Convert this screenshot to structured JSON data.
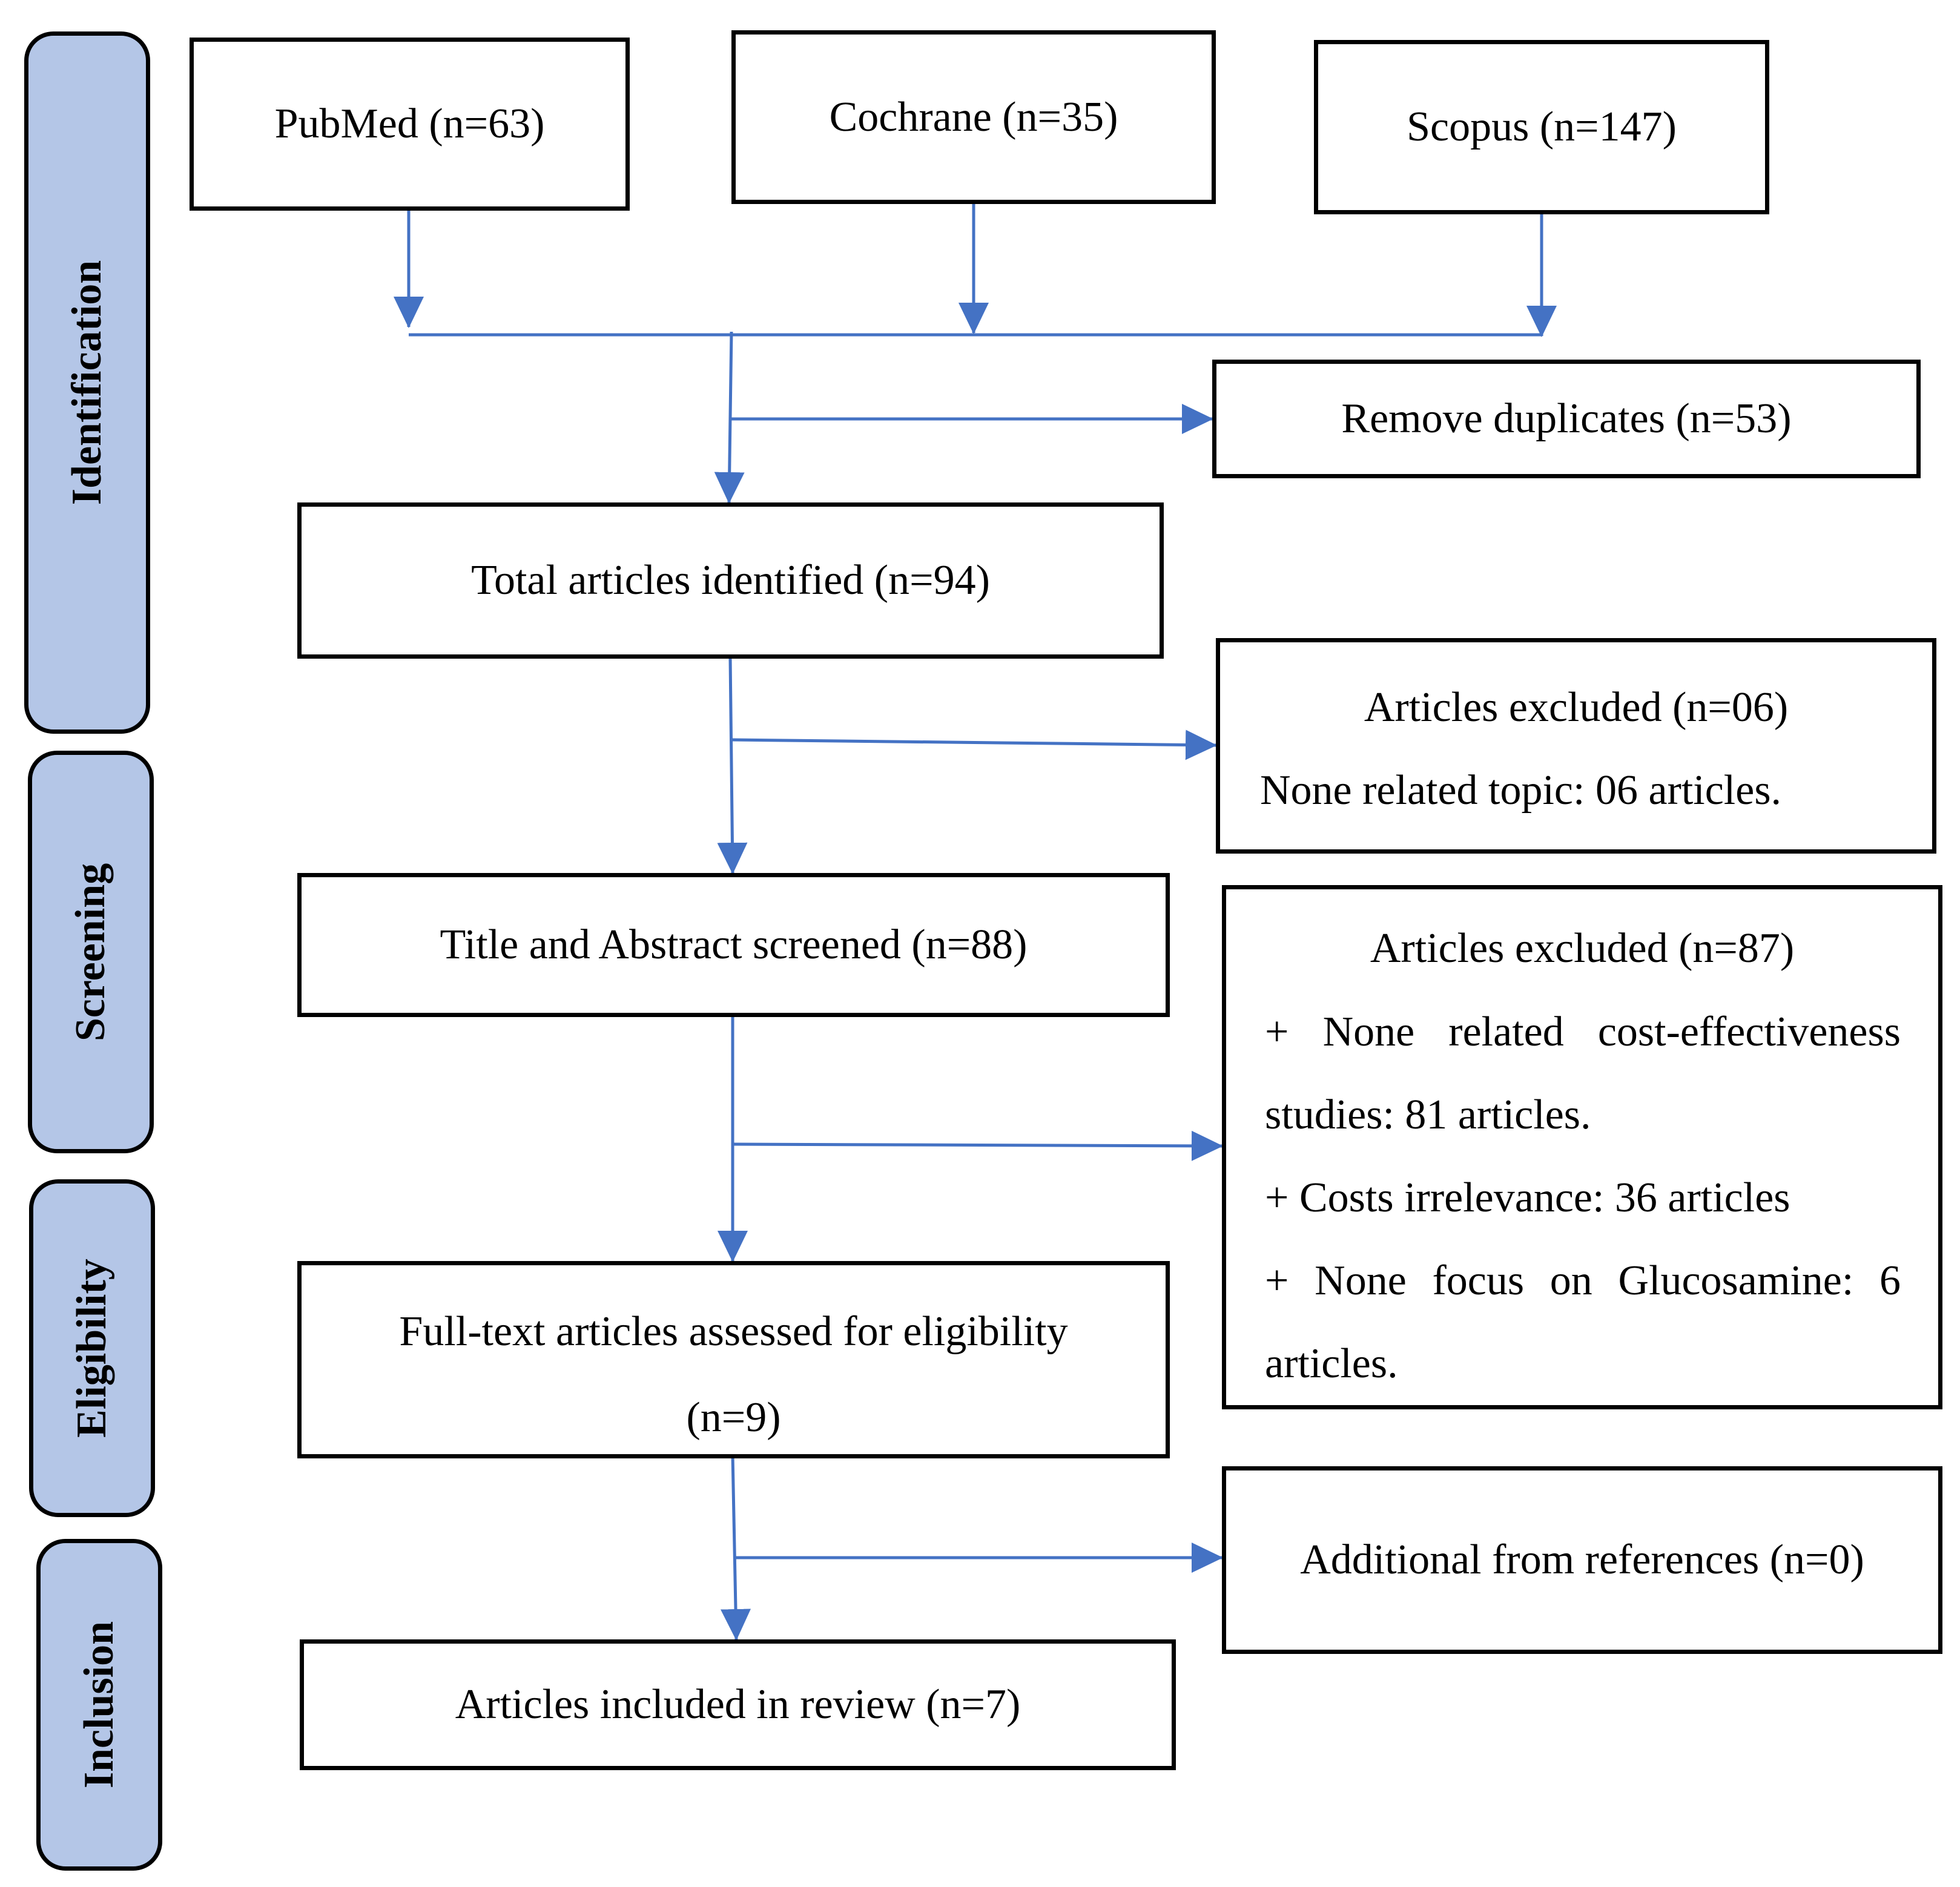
{
  "colors": {
    "phase_fill": "#b4c6e7",
    "connector": "#4472c4",
    "border": "#000000"
  },
  "phases": {
    "identification": "Identification",
    "screening": "Screening",
    "eligibility": "Eligibility",
    "inclusion": "Inclusion"
  },
  "sources": {
    "pubmed": "PubMed (n=63)",
    "cochrane": "Cochrane (n=35)",
    "scopus": "Scopus (n=147)"
  },
  "duplicates": "Remove duplicates (n=53)",
  "total_identified": "Total articles identified (n=94)",
  "excluded_1": {
    "title": "Articles excluded (n=06)",
    "reason": "None related topic: 06 articles."
  },
  "screened": "Title and Abstract screened (n=88)",
  "excluded_2": {
    "title": "Articles excluded (n=87)",
    "reason1_words": [
      "+",
      "None",
      "related",
      "cost-effectiveness"
    ],
    "reason1_cont": "studies: 81 articles.",
    "reason2": "+ Costs irrelevance: 36 articles",
    "reason3_words": [
      "+",
      "None",
      "focus",
      "on",
      "Glucosamine:",
      "6"
    ],
    "reason3_cont": "articles."
  },
  "full_text": {
    "line1": "Full-text articles assessed for eligibility",
    "line2": "(n=9)"
  },
  "additional": "Additional from references (n=0)",
  "included": "Articles included in review (n=7)"
}
